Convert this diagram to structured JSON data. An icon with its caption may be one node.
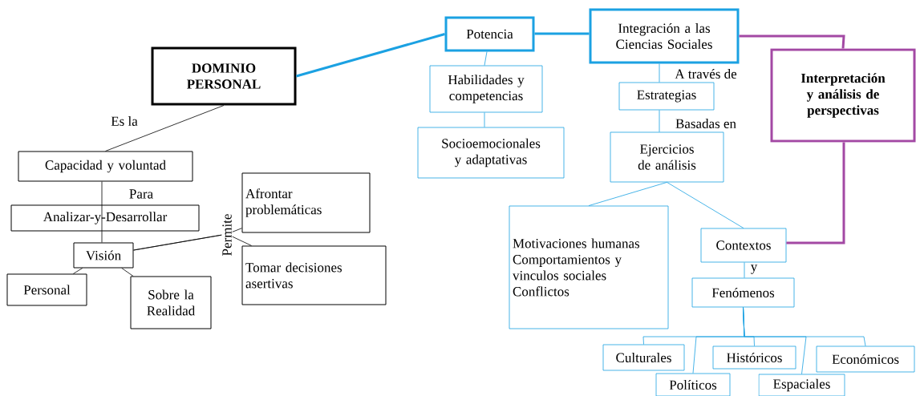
{
  "diagram": {
    "nodes": [
      {
        "text": [
          "DOMINIO PERSONAL"
        ]
      },
      {
        "text": [
          "Capacidad y voluntad"
        ]
      },
      {
        "text": [
          "Analizar-y-Desarrollar"
        ]
      },
      {
        "text": [
          "Visión"
        ]
      },
      {
        "text": [
          "Personal"
        ]
      },
      {
        "text": [
          "Sobre la Realidad"
        ]
      },
      {
        "text": [
          "Afrontar problemáticas"
        ]
      },
      {
        "text": [
          "Tomar decisiones asertivas"
        ]
      },
      {
        "text": [
          "Potencia"
        ]
      },
      {
        "text": [
          "Integración a las Ciencias Sociales"
        ]
      },
      {
        "text": [
          "Interpretación y análisis de perspectivas"
        ]
      },
      {
        "text": [
          "Habilidades y competencias"
        ]
      },
      {
        "text": [
          "Socioemocionales y adaptativas"
        ]
      },
      {
        "text": [
          "Estrategias"
        ]
      },
      {
        "text": [
          "Ejercicios de análisis"
        ]
      },
      {
        "text": [
          "Motivaciones humanas",
          "Comportamientos y vinculos sociales",
          "Conflictos"
        ]
      },
      {
        "text": [
          "Contextos"
        ]
      },
      {
        "text": [
          "Fenómenos"
        ]
      },
      {
        "text": [
          "Culturales"
        ]
      },
      {
        "text": [
          "Políticos"
        ]
      },
      {
        "text": [
          "Históricos"
        ]
      },
      {
        "text": [
          "Espaciales"
        ]
      },
      {
        "text": [
          "Económicos"
        ]
      }
    ],
    "edges": [
      {
        "from": 0,
        "to": 1,
        "arrow": "none",
        "label": "Es la",
        "color": "#000000"
      },
      {
        "from": 1,
        "to": 2,
        "arrow": "none",
        "label": "Para",
        "color": "#000000"
      },
      {
        "from": 2,
        "to": 3,
        "arrow": "none",
        "color": "#000000"
      },
      {
        "from": 3,
        "to": 4,
        "arrow": "none",
        "color": "#000000"
      },
      {
        "from": 3,
        "to": 5,
        "arrow": "none",
        "color": "#000000"
      },
      {
        "from": 3,
        "to": 6,
        "arrow": "none",
        "label": "Permite",
        "color": "#000000"
      },
      {
        "from": 3,
        "to": 7,
        "arrow": "none",
        "color": "#000000"
      },
      {
        "from": 0,
        "to": 8,
        "arrow": "none",
        "style": "thick"
      },
      {
        "from": 8,
        "to": 9,
        "arrow": "none",
        "style": "thick"
      },
      {
        "from": 9,
        "to": 10,
        "arrow": "none",
        "style": "thick",
        "color": "#a349a4"
      },
      {
        "from": 10,
        "to": 16,
        "arrow": "none",
        "style": "thick",
        "color": "#a349a4"
      },
      {
        "from": 8,
        "to": 11,
        "arrow": "none"
      },
      {
        "from": 11,
        "to": 12,
        "arrow": "none"
      },
      {
        "from": 9,
        "to": 13,
        "arrow": "none",
        "label": "A través de"
      },
      {
        "from": 13,
        "to": 14,
        "arrow": "none",
        "label": "Basadas en"
      },
      {
        "from": 14,
        "to": 15,
        "arrow": "none"
      },
      {
        "from": 14,
        "to": 16,
        "arrow": "none"
      },
      {
        "from": 16,
        "to": 17,
        "arrow": "none",
        "label": "y"
      },
      {
        "from": 17,
        "to": 18,
        "arrow": "none"
      },
      {
        "from": 17,
        "to": 19,
        "arrow": "none"
      },
      {
        "from": 17,
        "to": 20,
        "arrow": "none"
      },
      {
        "from": 17,
        "to": 21,
        "arrow": "none"
      },
      {
        "from": 17,
        "to": 22,
        "arrow": "none"
      }
    ]
  }
}
